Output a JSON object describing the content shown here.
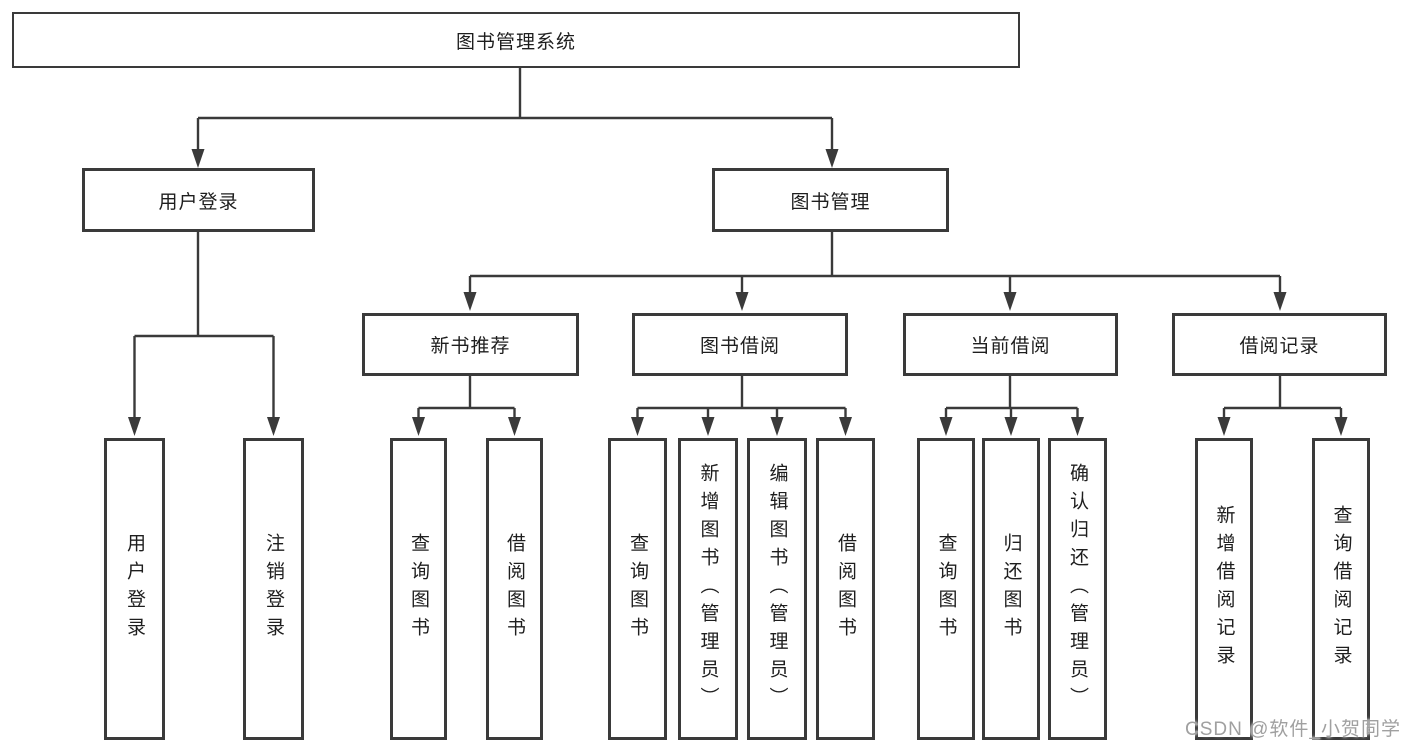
{
  "tree": {
    "label": "图书管理系统",
    "children": [
      {
        "label": "用户登录",
        "children": [
          {
            "label": "用户登录"
          },
          {
            "label": "注销登录"
          }
        ]
      },
      {
        "label": "图书管理",
        "children": [
          {
            "label": "新书推荐",
            "children": [
              {
                "label": "查询图书"
              },
              {
                "label": "借阅图书"
              }
            ]
          },
          {
            "label": "图书借阅",
            "children": [
              {
                "label": "查询图书"
              },
              {
                "label": "新增图书（管理员）"
              },
              {
                "label": "编辑图书（管理员）"
              },
              {
                "label": "借阅图书"
              }
            ]
          },
          {
            "label": "当前借阅",
            "children": [
              {
                "label": "查询图书"
              },
              {
                "label": "归还图书"
              },
              {
                "label": "确认归还（管理员）"
              }
            ]
          },
          {
            "label": "借阅记录",
            "children": [
              {
                "label": "新增借阅记录"
              },
              {
                "label": "查询借阅记录"
              }
            ]
          }
        ]
      }
    ]
  },
  "watermark": {
    "text": "CSDN @软件_小贺同学"
  },
  "colors": {
    "line": "#3a3a3a",
    "border": "#3a3a3a",
    "text": "#1e1e1e",
    "watermark": "#a0a0a0",
    "background": "#ffffff"
  }
}
